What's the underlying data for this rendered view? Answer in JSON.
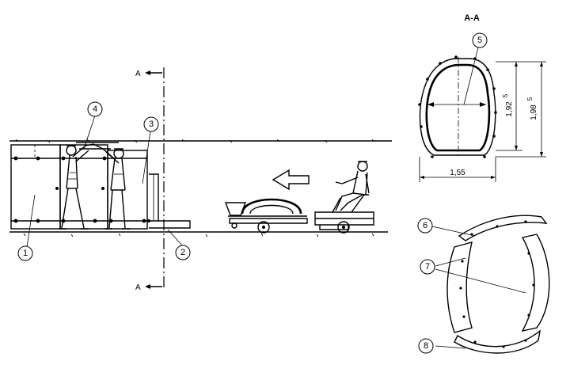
{
  "section_label": "A-A",
  "cut_marker": "A",
  "callouts": [
    "1",
    "2",
    "3",
    "4",
    "5",
    "6",
    "7",
    "8"
  ],
  "dimensions": {
    "width": "1,55",
    "height_inner_main": "1,92",
    "height_inner_sup": "5",
    "height_outer_main": "1,98",
    "height_outer_sup": "5"
  }
}
